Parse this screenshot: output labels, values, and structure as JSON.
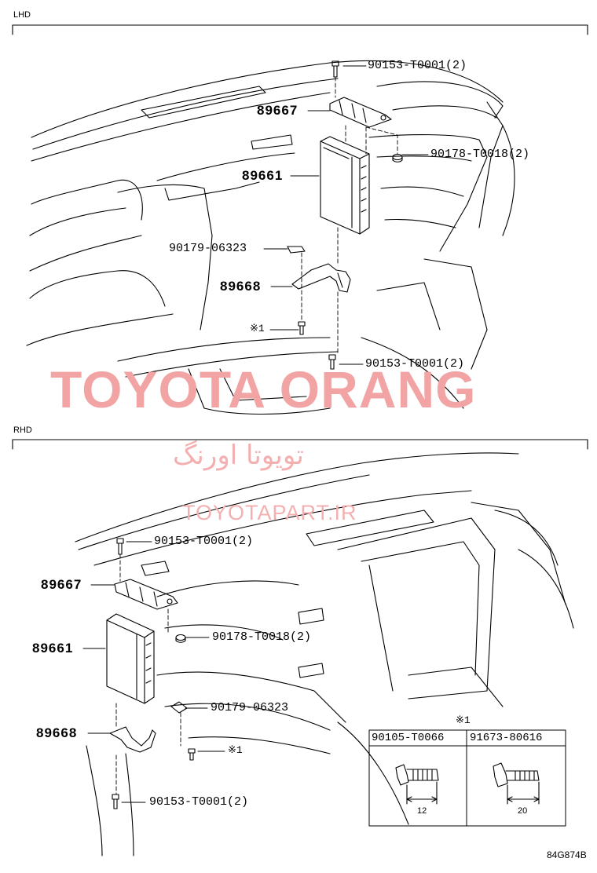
{
  "sections": {
    "lhd": "LHD",
    "rhd": "RHD"
  },
  "lhd_callouts": {
    "bolt_top": "90153-T0001(2)",
    "bracket": "89667",
    "nut": "90178-T0018(2)",
    "module": "89661",
    "clip": "90179-06323",
    "bracket_lower": "89668",
    "ref_bolt": "※1",
    "bolt_bottom": "90153-T0001(2)"
  },
  "rhd_callouts": {
    "bolt_top": "90153-T0001(2)",
    "bracket": "89667",
    "nut": "90178-T0018(2)",
    "module": "89661",
    "clip": "90179-06323",
    "bracket_lower": "89668",
    "ref_bolt": "※1",
    "bolt_bottom": "90153-T0001(2)"
  },
  "watermark": {
    "line1": "TOYOTA ORANG",
    "line2": "تویوتا اورنگ",
    "line3": "TOYOTAPART.IR"
  },
  "bolt_table": {
    "marker": "※1",
    "columns": [
      {
        "part": "90105-T0066",
        "length": "12"
      },
      {
        "part": "91673-80616",
        "length": "20"
      }
    ]
  },
  "diagram_code": "84G874B",
  "colors": {
    "line": "#000000",
    "watermark": "#f2a3a3"
  }
}
